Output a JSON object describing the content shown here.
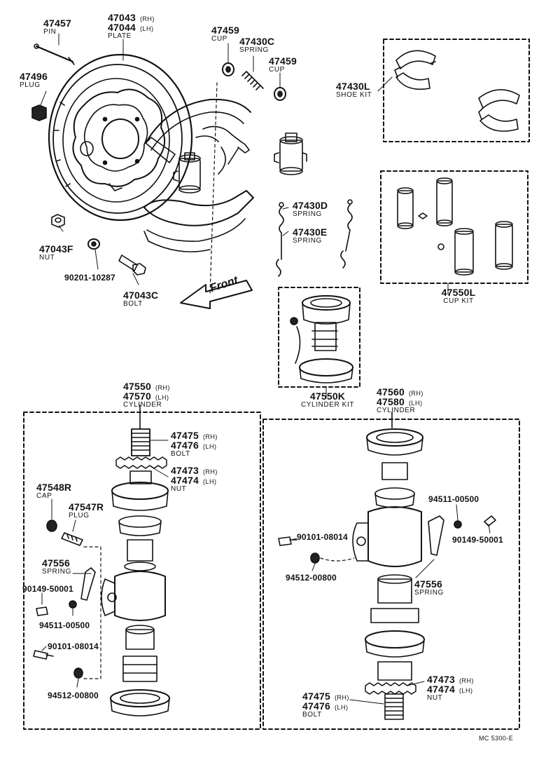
{
  "parts": {
    "p47457": {
      "number": "47457",
      "name": "PIN"
    },
    "p47043": {
      "number": "47043",
      "suffix": "(RH)"
    },
    "p47044": {
      "number": "47044",
      "suffix": "(LH)",
      "name": "PLATE"
    },
    "p47459a": {
      "number": "47459",
      "name": "CUP"
    },
    "p47430c": {
      "number": "47430C",
      "name": "SPRING"
    },
    "p47459b": {
      "number": "47459",
      "name": "CUP"
    },
    "p47496": {
      "number": "47496",
      "name": "PLUG"
    },
    "p47430l": {
      "number": "47430L",
      "name": "SHOE KIT"
    },
    "p47430d": {
      "number": "47430D",
      "name": "SPRING"
    },
    "p47430e": {
      "number": "47430E",
      "name": "SPRING"
    },
    "p47043f": {
      "number": "47043F",
      "name": "NUT"
    },
    "p90201": {
      "number": "90201-10287"
    },
    "p47043c": {
      "number": "47043C",
      "name": "BOLT"
    },
    "p47550l": {
      "number": "47550L",
      "name": "CUP KIT"
    },
    "p47550k": {
      "number": "47550K",
      "name": "CYLINDER KIT"
    },
    "p47550": {
      "number": "47550",
      "suffix": "(RH)"
    },
    "p47570": {
      "number": "47570",
      "suffix": "(LH)",
      "name": "CYLINDER"
    },
    "p47560": {
      "number": "47560",
      "suffix": "(RH)"
    },
    "p47580": {
      "number": "47580",
      "suffix": "(LH)",
      "name": "CYLINDER"
    },
    "p47475a": {
      "number": "47475",
      "suffix": "(RH)"
    },
    "p47476a": {
      "number": "47476",
      "suffix": "(LH)",
      "name": "BOLT"
    },
    "p47473a": {
      "number": "47473",
      "suffix": "(RH)"
    },
    "p47474a": {
      "number": "47474",
      "suffix": "(LH)",
      "name": "NUT"
    },
    "p47548r": {
      "number": "47548R",
      "name": "CAP"
    },
    "p47547r": {
      "number": "47547R",
      "name": "PLUG"
    },
    "p47556a": {
      "number": "47556",
      "name": "SPRING"
    },
    "p90149a": {
      "number": "90149-50001"
    },
    "p94511a": {
      "number": "94511-00500"
    },
    "p90101a": {
      "number": "90101-08014"
    },
    "p94512a": {
      "number": "94512-00800"
    },
    "p94511b": {
      "number": "94511-00500"
    },
    "p90149b": {
      "number": "90149-50001"
    },
    "p90101b": {
      "number": "90101-08014"
    },
    "p94512b": {
      "number": "94512-00800"
    },
    "p47556b": {
      "number": "47556",
      "name": "SPRING"
    },
    "p47473b": {
      "number": "47473",
      "suffix": "(RH)"
    },
    "p47474b": {
      "number": "47474",
      "suffix": "(LH)",
      "name": "NUT"
    },
    "p47475b": {
      "number": "47475",
      "suffix": "(RH)"
    },
    "p47476b": {
      "number": "47476",
      "suffix": "(LH)",
      "name": "BOLT"
    }
  },
  "front_label": "Front",
  "diagram_code": "MC 5300-E",
  "colors": {
    "ink": "#111111",
    "paper": "#ffffff"
  }
}
